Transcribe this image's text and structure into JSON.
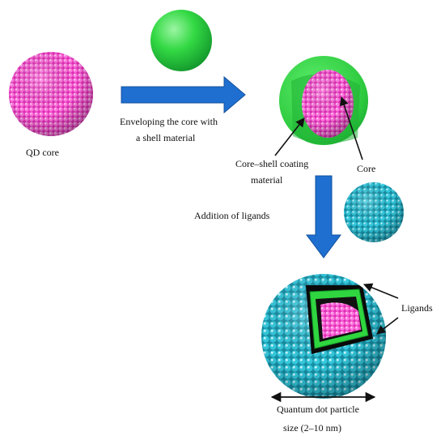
{
  "colors": {
    "core_magenta": "#f13fc9",
    "shell_green": "#2fd63f",
    "ligand_cyan": "#2cc4dc",
    "arrow_blue": "#1e6fd0",
    "text": "#111111"
  },
  "labels": {
    "qd_core": "QD core",
    "enveloping_line1": "Enveloping the core with",
    "enveloping_line2": "a shell material",
    "core_shell_line1": "Core–shell coating",
    "core_shell_line2": "material",
    "core": "Core",
    "addition_of_ligands": "Addition of ligands",
    "ligands": "Ligands",
    "particle_size_line1": "Quantum dot particle",
    "particle_size_line2": "size (2–10 nm)"
  }
}
